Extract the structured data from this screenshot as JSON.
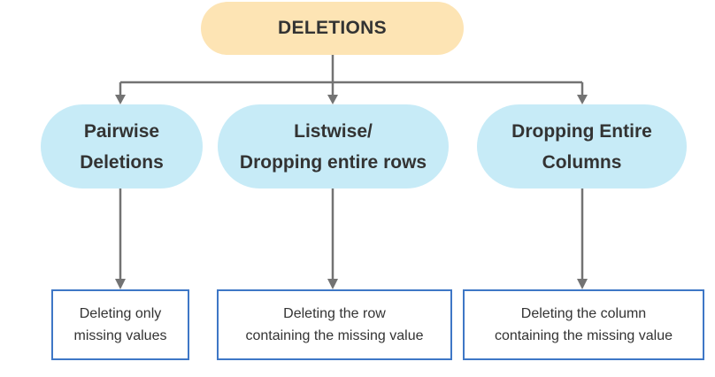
{
  "root": {
    "label": "DELETIONS"
  },
  "methods": [
    {
      "label": "Pairwise\nDeletions"
    },
    {
      "label": "Listwise/\nDropping entire rows"
    },
    {
      "label": "Dropping Entire\nColumns"
    }
  ],
  "descriptions": [
    {
      "label": "Deleting only\nmissing values"
    },
    {
      "label": "Deleting the row\ncontaining the missing value"
    },
    {
      "label": "Deleting the column\ncontaining the missing value"
    }
  ],
  "colors": {
    "root_fill": "#fde4b4",
    "method_fill": "#c7ebf7",
    "description_border": "#3e77c6",
    "connector": "#737373",
    "text": "#333333"
  }
}
